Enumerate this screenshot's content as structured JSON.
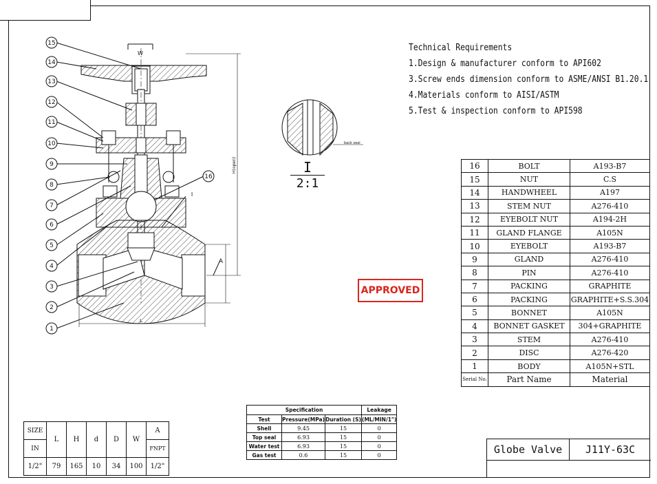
{
  "technical_requirements": {
    "heading": "Technical Requirements",
    "items": [
      "1.Design & manufacturer conform to API602",
      "3.Screw ends dimension conform to ASME/ANSI B1.20.1",
      "4.Materials conform to AISI/ASTM",
      "5.Test & inspection conform to API598"
    ]
  },
  "stamp": {
    "text": "APPROVED",
    "color": "#d9261c"
  },
  "detail": {
    "label": "I",
    "scale": "2:1",
    "note": "back seal"
  },
  "drawing_labels": {
    "w": "W",
    "l": "L",
    "h": "H(open)",
    "a": "A",
    "section": "I"
  },
  "callouts": [
    "15",
    "14",
    "13",
    "12",
    "11",
    "10",
    "9",
    "8",
    "7",
    "6",
    "5",
    "4",
    "3",
    "2",
    "1",
    "16"
  ],
  "parts_list": {
    "rows": [
      {
        "no": "16",
        "part": "BOLT",
        "material": "A193-B7"
      },
      {
        "no": "15",
        "part": "NUT",
        "material": "C.S"
      },
      {
        "no": "14",
        "part": "HANDWHEEL",
        "material": "A197"
      },
      {
        "no": "13",
        "part": "STEM NUT",
        "material": "A276-410"
      },
      {
        "no": "12",
        "part": "EYEBOLT NUT",
        "material": "A194-2H"
      },
      {
        "no": "11",
        "part": "GLAND FLANGE",
        "material": "A105N"
      },
      {
        "no": "10",
        "part": "EYEBOLT",
        "material": "A193-B7"
      },
      {
        "no": "9",
        "part": "GLAND",
        "material": "A276-410"
      },
      {
        "no": "8",
        "part": "PIN",
        "material": "A276-410"
      },
      {
        "no": "7",
        "part": "PACKING",
        "material": "GRAPHITE"
      },
      {
        "no": "6",
        "part": "PACKING",
        "material": "GRAPHITE+S.S.304"
      },
      {
        "no": "5",
        "part": "BONNET",
        "material": "A105N"
      },
      {
        "no": "4",
        "part": "BONNET GASKET",
        "material": "304+GRAPHITE"
      },
      {
        "no": "3",
        "part": "STEM",
        "material": "A276-410"
      },
      {
        "no": "2",
        "part": "DISC",
        "material": "A276-420"
      },
      {
        "no": "1",
        "part": "BODY",
        "material": "A105N+STL"
      }
    ],
    "header": {
      "no": "Serial No.",
      "part": "Part Name",
      "material": "Material"
    }
  },
  "dimensions": {
    "size_label": "SIZE",
    "in_label": "IN",
    "cols": [
      "L",
      "H",
      "d",
      "D",
      "W"
    ],
    "a_label": "A",
    "fnpt_label": "FNPT",
    "row": {
      "size": "1/2\"",
      "L": "79",
      "H": "165",
      "d": "10",
      "D": "34",
      "W": "100",
      "A": "1/2\""
    }
  },
  "specification": {
    "spec_header": "Specification",
    "leakage_header": "Leakage",
    "col_test": "Test",
    "col_pressure": "Pressure(MPa)",
    "col_duration": "Duration (S)",
    "col_leak": "(ML/MIN/1\")",
    "rows": [
      {
        "test": "Shell",
        "pressure": "9.45",
        "duration": "15",
        "leak": "0"
      },
      {
        "test": "Top seal",
        "pressure": "6.93",
        "duration": "15",
        "leak": "0"
      },
      {
        "test": "Water test",
        "pressure": "6.93",
        "duration": "15",
        "leak": "0"
      },
      {
        "test": "Gas test",
        "pressure": "0.6",
        "duration": "15",
        "leak": "0"
      }
    ]
  },
  "title_block": {
    "name": "Globe Valve",
    "code": "J11Y-63C"
  }
}
